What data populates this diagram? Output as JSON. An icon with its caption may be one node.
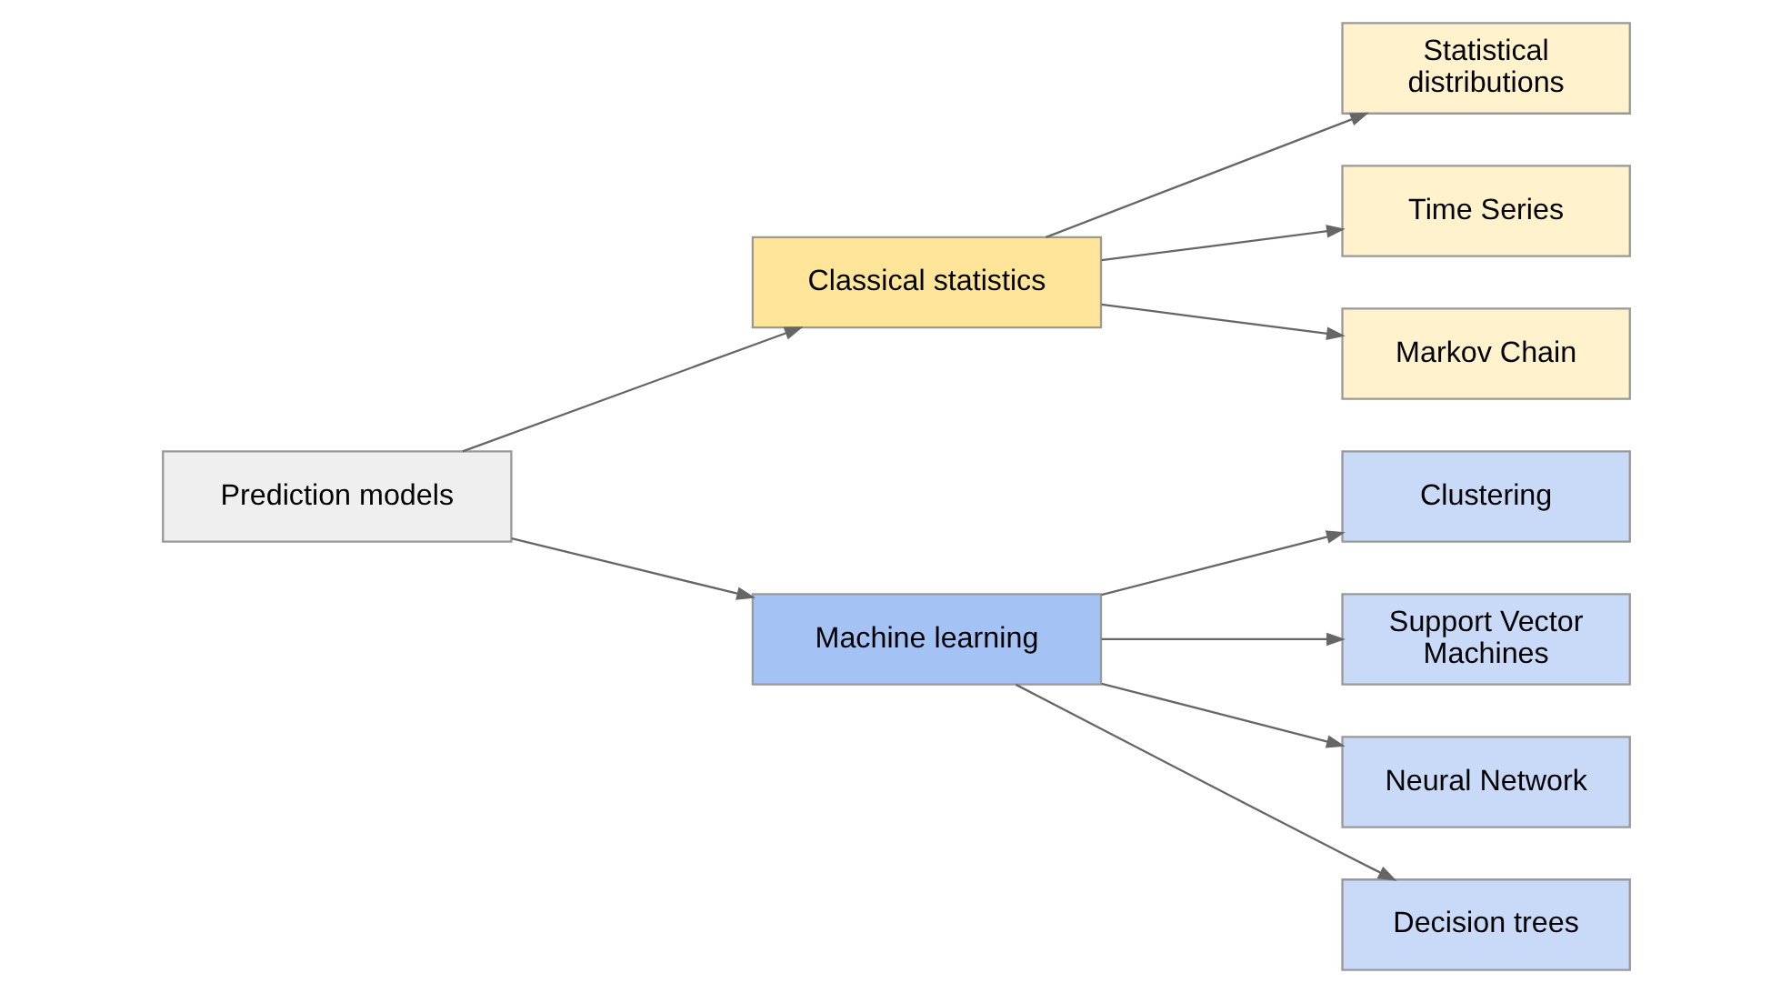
{
  "diagram": {
    "nodes": [
      {
        "text": [
          "Prediction models"
        ]
      },
      {
        "text": [
          "Classical statistics"
        ]
      },
      {
        "text": [
          "Statistical distributions"
        ]
      },
      {
        "text": [
          "Time Series"
        ]
      },
      {
        "text": [
          "Markov Chain"
        ]
      },
      {
        "text": [
          "Machine learning"
        ]
      },
      {
        "text": [
          "Clustering"
        ]
      },
      {
        "text": [
          "Support Vector Machines"
        ]
      },
      {
        "text": [
          "Neural Network"
        ]
      },
      {
        "text": [
          "Decision trees"
        ]
      }
    ],
    "edges": [
      {
        "from": 0,
        "to": 1,
        "arrow": "to"
      },
      {
        "from": 0,
        "to": 5,
        "arrow": "to"
      },
      {
        "from": 1,
        "to": 2,
        "arrow": "to"
      },
      {
        "from": 1,
        "to": 3,
        "arrow": "to"
      },
      {
        "from": 1,
        "to": 4,
        "arrow": "to"
      },
      {
        "from": 5,
        "to": 6,
        "arrow": "to"
      },
      {
        "from": 5,
        "to": 7,
        "arrow": "to"
      },
      {
        "from": 5,
        "to": 8,
        "arrow": "to"
      },
      {
        "from": 5,
        "to": 9,
        "arrow": "to"
      }
    ]
  }
}
